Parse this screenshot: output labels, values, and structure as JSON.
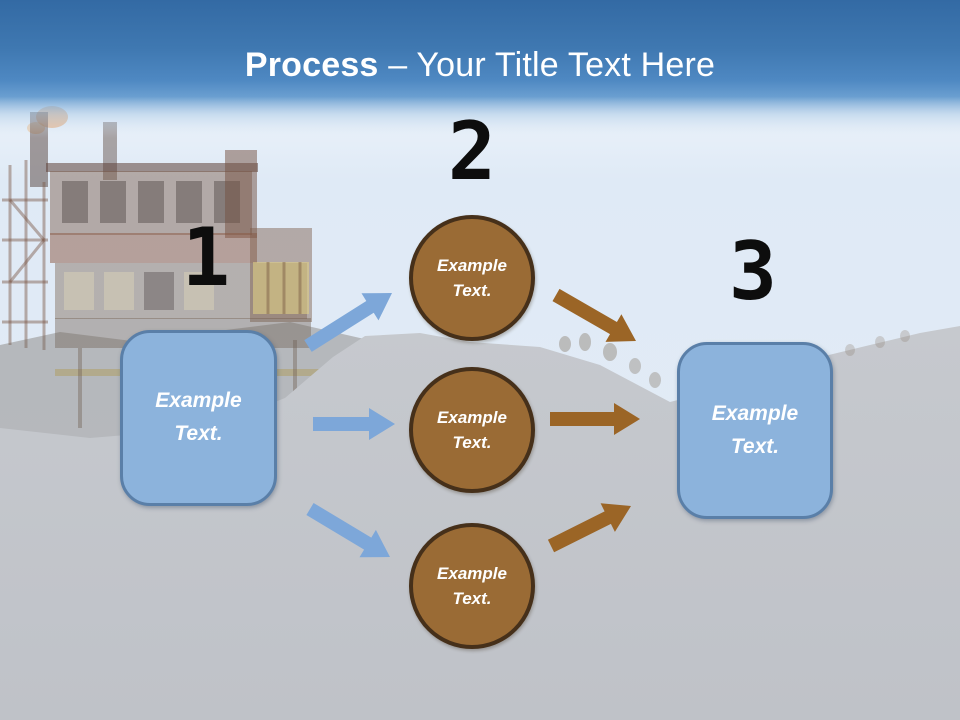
{
  "title": {
    "bold": "Process",
    "rest": "– Your Title Text Here"
  },
  "steps": {
    "one": {
      "number": "1",
      "box_label": "Example Text."
    },
    "two": {
      "number": "2",
      "circles": [
        "Example Text.",
        "Example Text.",
        "Example Text."
      ]
    },
    "three": {
      "number": "3",
      "box_label": "Example Text."
    }
  },
  "colors": {
    "header_top": "#336aa4",
    "header_mid": "#4e88c2",
    "box_fill": "#8cb3dc",
    "box_border": "#5a7fa8",
    "circle_fill": "#9a6b35",
    "circle_border": "#46301a",
    "arrow_blue": "#7da7d9",
    "arrow_brown": "#9b6526",
    "number_color": "#0d0d0d",
    "sky": "#dfeaf6",
    "ground": "#c4c7cc"
  }
}
